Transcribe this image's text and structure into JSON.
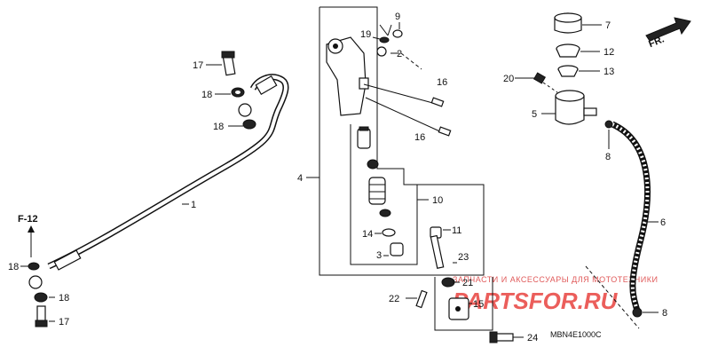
{
  "diagram": {
    "code": "MBN4E1000C",
    "direction_label": "FR.",
    "ref_label": "F-12",
    "callouts": {
      "c1": "1",
      "c2": "2",
      "c3": "3",
      "c4": "4",
      "c5": "5",
      "c6": "6",
      "c7": "7",
      "c8a": "8",
      "c8b": "8",
      "c9": "9",
      "c10": "10",
      "c11": "11",
      "c12": "12",
      "c13": "13",
      "c14": "14",
      "c15": "15",
      "c16a": "16",
      "c16b": "16",
      "c17a": "17",
      "c17b": "17",
      "c18a": "18",
      "c18b": "18",
      "c18c": "18",
      "c18d": "18",
      "c19": "19",
      "c20": "20",
      "c21": "21",
      "c22": "22",
      "c23": "23",
      "c24": "24"
    }
  },
  "watermark": {
    "line1": "ЗАПЧАСТИ И АКСЕССУАРЫ ДЛЯ МОТОТЕХНИКИ",
    "line2": "PARTSFOR.RU"
  }
}
